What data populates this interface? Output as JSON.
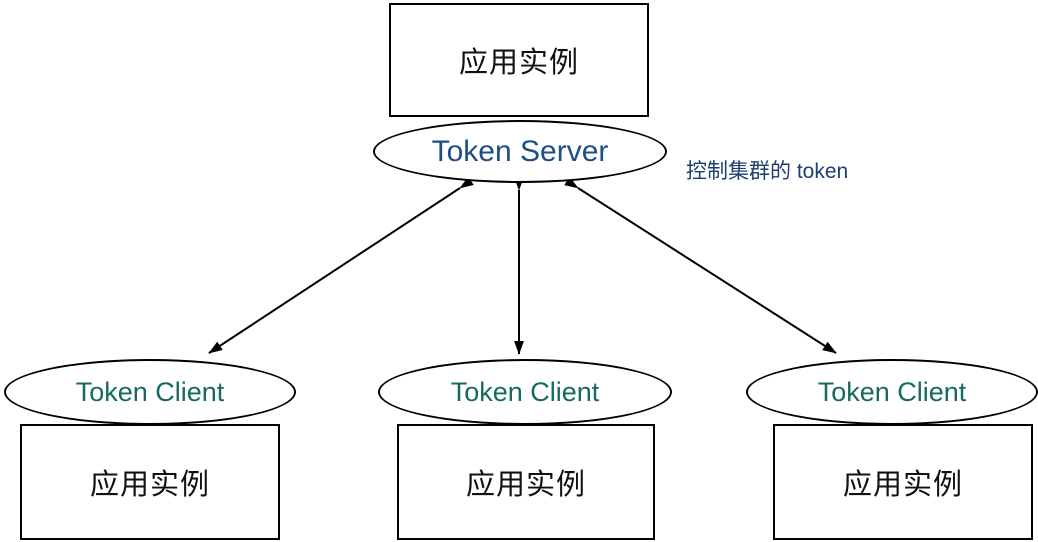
{
  "colors": {
    "background": "#ffffff",
    "shape-outline": "#000000",
    "box-text": "#111111",
    "server-text": "#1d4e89",
    "client-text": "#166a5f",
    "annotation-text": "#1d3e6f",
    "arrow": "#000000"
  },
  "server": {
    "box_label": "应用实例",
    "ellipse_label": "Token Server",
    "annotation": "控制集群的 token"
  },
  "clients": [
    {
      "ellipse_label": "Token Client",
      "box_label": "应用实例"
    },
    {
      "ellipse_label": "Token Client",
      "box_label": "应用实例"
    },
    {
      "ellipse_label": "Token Client",
      "box_label": "应用实例"
    }
  ],
  "arrows": [
    {
      "name": "server-to-client-left",
      "direction": "bidirectional"
    },
    {
      "name": "server-to-client-middle",
      "direction": "bidirectional"
    },
    {
      "name": "server-to-client-right",
      "direction": "bidirectional"
    }
  ]
}
